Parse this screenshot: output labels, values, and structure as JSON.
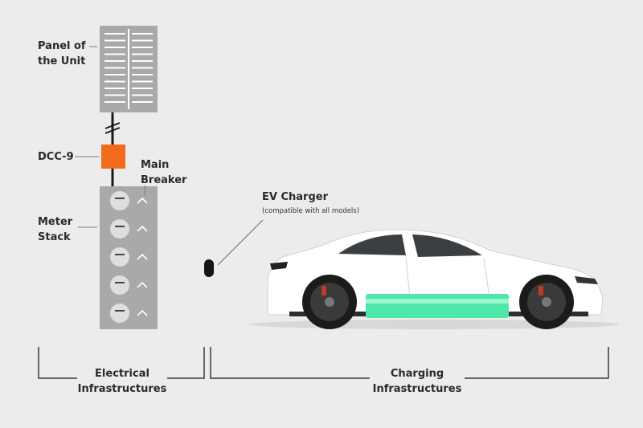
{
  "labels": {
    "panel": [
      "Panel of",
      "the Unit"
    ],
    "dcc": "DCC-9",
    "main_breaker": [
      "Main",
      "Breaker"
    ],
    "meter_stack": [
      "Meter",
      "Stack"
    ],
    "ev_charger": "EV Charger",
    "ev_charger_note": "(compatible with all models)",
    "electrical": [
      "Electrical",
      "Infrastructures"
    ],
    "charging": [
      "Charging",
      "Infrastructures"
    ]
  },
  "colors": {
    "background": "#ececec",
    "unit_gray": "#a9a9a9",
    "dcc_orange": "#f26a1b",
    "battery_green": "#4de8a8",
    "car_body": "#ffffff"
  },
  "meter_rows": 5
}
